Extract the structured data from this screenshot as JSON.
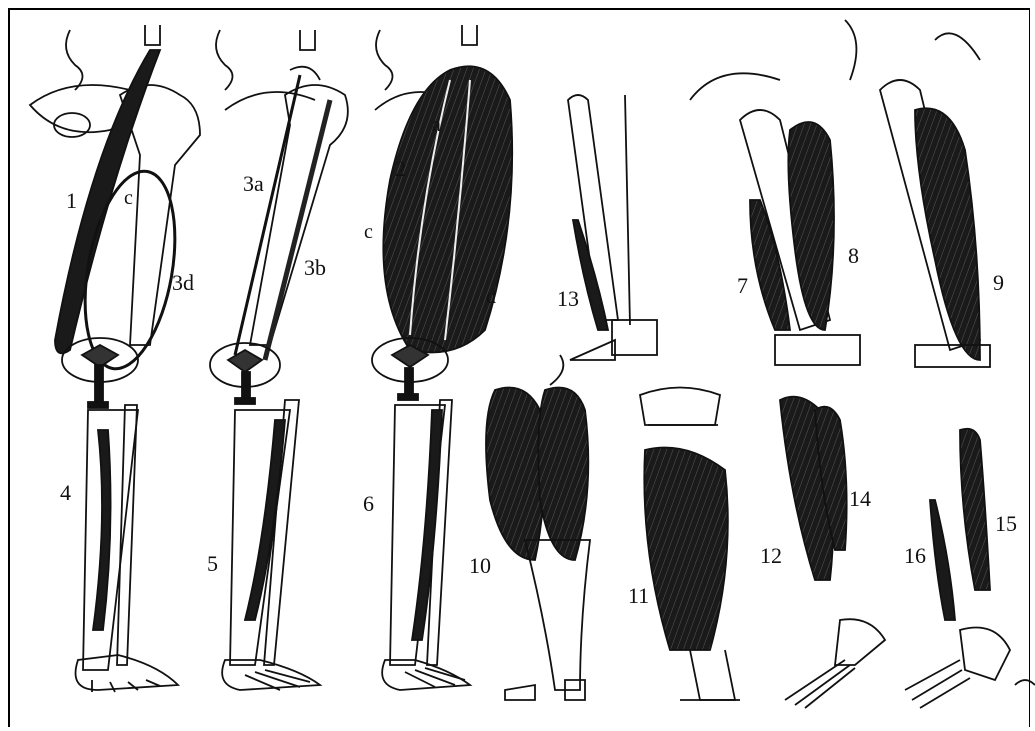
{
  "labels": {
    "n1": "1",
    "c_left": "c",
    "n3d": "3d",
    "n3a": "3a",
    "n3b": "3b",
    "a": "a",
    "n2": "2",
    "c_mid": "c",
    "d": "d",
    "n13": "13",
    "n7": "7",
    "n8": "8",
    "n9": "9",
    "n4": "4",
    "n5": "5",
    "n6": "6",
    "n10": "10",
    "n11": "11",
    "n12": "12",
    "n14": "14",
    "n15": "15",
    "n16": "16"
  },
  "colors": {
    "ink": "#111111",
    "muscle": "#1a1a1a",
    "paper": "#ffffff"
  }
}
